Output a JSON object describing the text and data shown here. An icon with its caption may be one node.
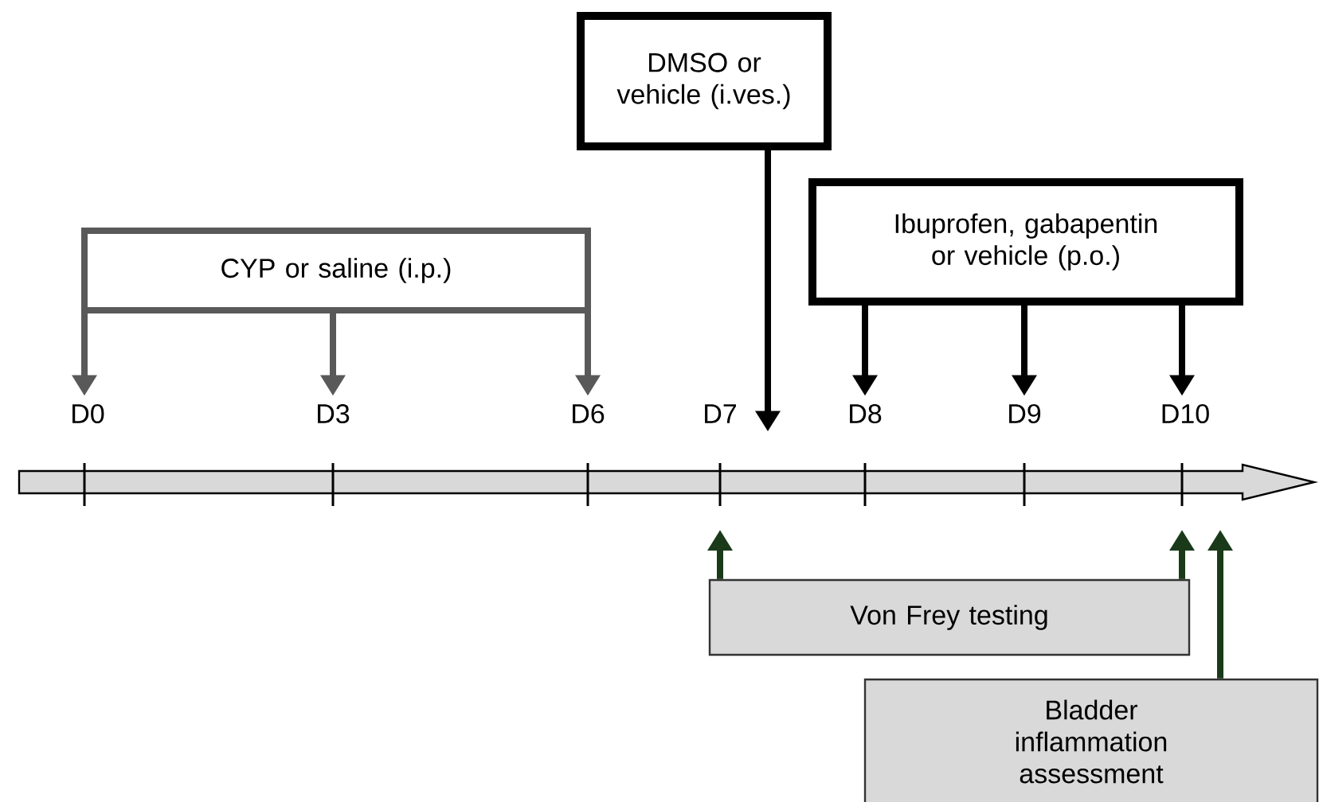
{
  "diagram": {
    "nodes": [
      {
        "text": [
          "CYP or saline (i.p.)"
        ]
      },
      {
        "text": [
          "DMSO or vehicle (i.ves.)"
        ]
      },
      {
        "text": [
          "Ibuprofen, gabapentin or vehicle (p.o.)"
        ]
      },
      {
        "text": [
          "D0"
        ]
      },
      {
        "text": [
          "D3"
        ]
      },
      {
        "text": [
          "D6"
        ]
      },
      {
        "text": [
          "D7"
        ]
      },
      {
        "text": [
          "D8"
        ]
      },
      {
        "text": [
          "D9"
        ]
      },
      {
        "text": [
          "D10"
        ]
      },
      {
        "text": [
          "Von Frey testing"
        ]
      },
      {
        "text": [
          "Bladder inflammation assessment"
        ]
      }
    ],
    "edges": [
      {
        "from": 0,
        "to": 3,
        "arrow": "to",
        "color": "#595959"
      },
      {
        "from": 0,
        "to": 4,
        "arrow": "to",
        "color": "#595959"
      },
      {
        "from": 0,
        "to": 5,
        "arrow": "to",
        "color": "#595959"
      },
      {
        "from": 1,
        "to": 6,
        "arrow": "to"
      },
      {
        "from": 2,
        "to": 7,
        "arrow": "to"
      },
      {
        "from": 2,
        "to": 8,
        "arrow": "to"
      },
      {
        "from": 2,
        "to": 9,
        "arrow": "to"
      },
      {
        "from": 10,
        "to": null,
        "arrow": "to",
        "color": "#1a3a1a"
      },
      {
        "from": 10,
        "to": null,
        "arrow": "to",
        "color": "#1a3a1a"
      },
      {
        "from": 11,
        "to": null,
        "arrow": "to",
        "color": "#1a3a1a"
      }
    ]
  }
}
